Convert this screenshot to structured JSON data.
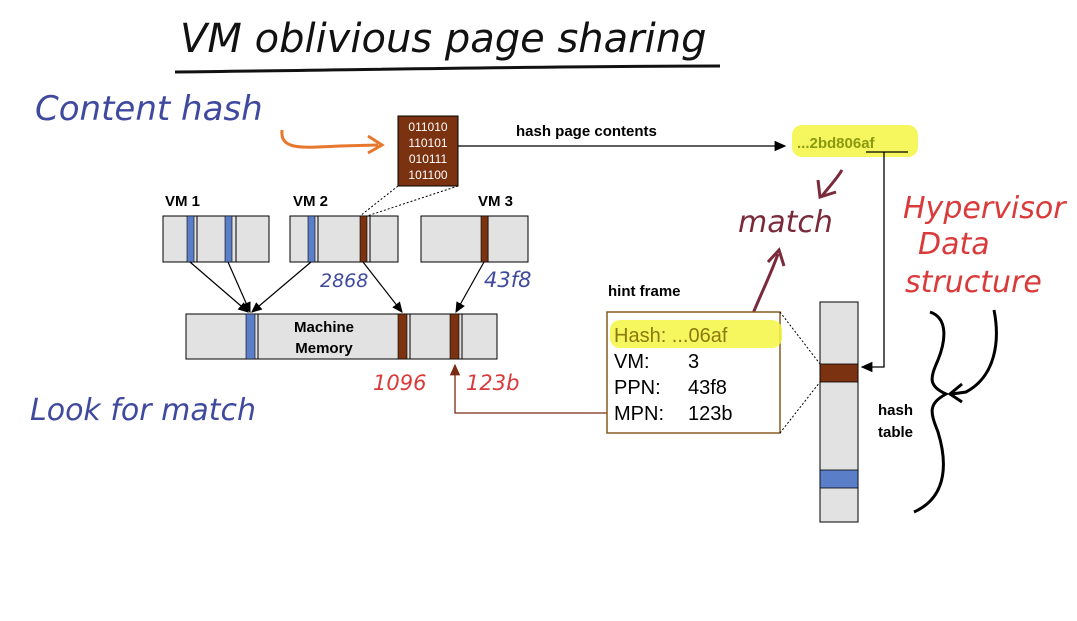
{
  "title": "VM oblivious page sharing",
  "annotations": {
    "content_hash": "Content hash",
    "look_for_match": "Look for match",
    "match": "match",
    "hypervisor_line1": "Hypervisor",
    "hypervisor_line2": "Data",
    "hypervisor_line3": "structure",
    "vm2_ppn": "2868",
    "vm3_ppn": "43f8",
    "mpn_1": "1096",
    "mpn_2": "123b"
  },
  "page_bits": [
    "011010",
    "110101",
    "010111",
    "101100"
  ],
  "labels": {
    "hash_page_contents": "hash page contents",
    "hash_value": "...2bd806af",
    "vm1": "VM 1",
    "vm2": "VM 2",
    "vm3": "VM 3",
    "machine_memory_line1": "Machine",
    "machine_memory_line2": "Memory",
    "hint_frame": "hint frame",
    "hash_table_line1": "hash",
    "hash_table_line2": "table"
  },
  "hint_frame": {
    "hash": "Hash: ...06af",
    "vm_label": "VM:",
    "vm_value": "3",
    "ppn_label": "PPN:",
    "ppn_value": "43f8",
    "mpn_label": "MPN:",
    "mpn_value": "123b"
  },
  "colors": {
    "blue_annotation": "#3f4a9e",
    "red_annotation": "#d93a3a",
    "maroon_annotation": "#7a2a3a",
    "orange_arrow": "#e8772e",
    "page_brown": "#7b3210",
    "page_blue": "#5b7ec8",
    "box_gray": "#e2e2e2",
    "highlight": "#f4f542",
    "hash_text": "#8a9a10"
  }
}
